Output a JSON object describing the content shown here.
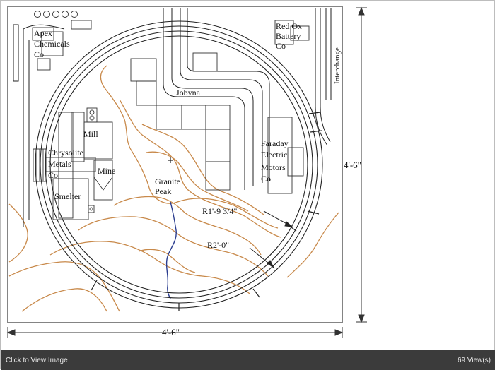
{
  "labels": {
    "apex": [
      "Apex",
      "Chemicals",
      "Co"
    ],
    "red_ox": [
      "Red Ox",
      "Battery",
      "Co"
    ],
    "interchange": "Interchange",
    "jobyna": "Jobyna",
    "mill": "Mill",
    "chrysolite": [
      "Chrysolite",
      "Metals",
      "Co"
    ],
    "mine": "Mine",
    "smelter": "Smelter",
    "granite_peak": [
      "Granite",
      "Peak"
    ],
    "faraday": [
      "Faraday",
      "Electric",
      "Motors",
      "Co"
    ],
    "radius_inner": "R1'-9 3/4\"",
    "radius_outer": "R2'-0\"",
    "dim_vertical": "4'-6\"",
    "dim_horizontal": "4'-6\""
  },
  "footer": {
    "click_to_view": "Click to View Image",
    "views": "69 View(s)"
  },
  "colors": {
    "contour": "#c8894a",
    "stream": "#2b3d8f",
    "track": "#222222",
    "footer_bg": "#3b3b3b"
  }
}
